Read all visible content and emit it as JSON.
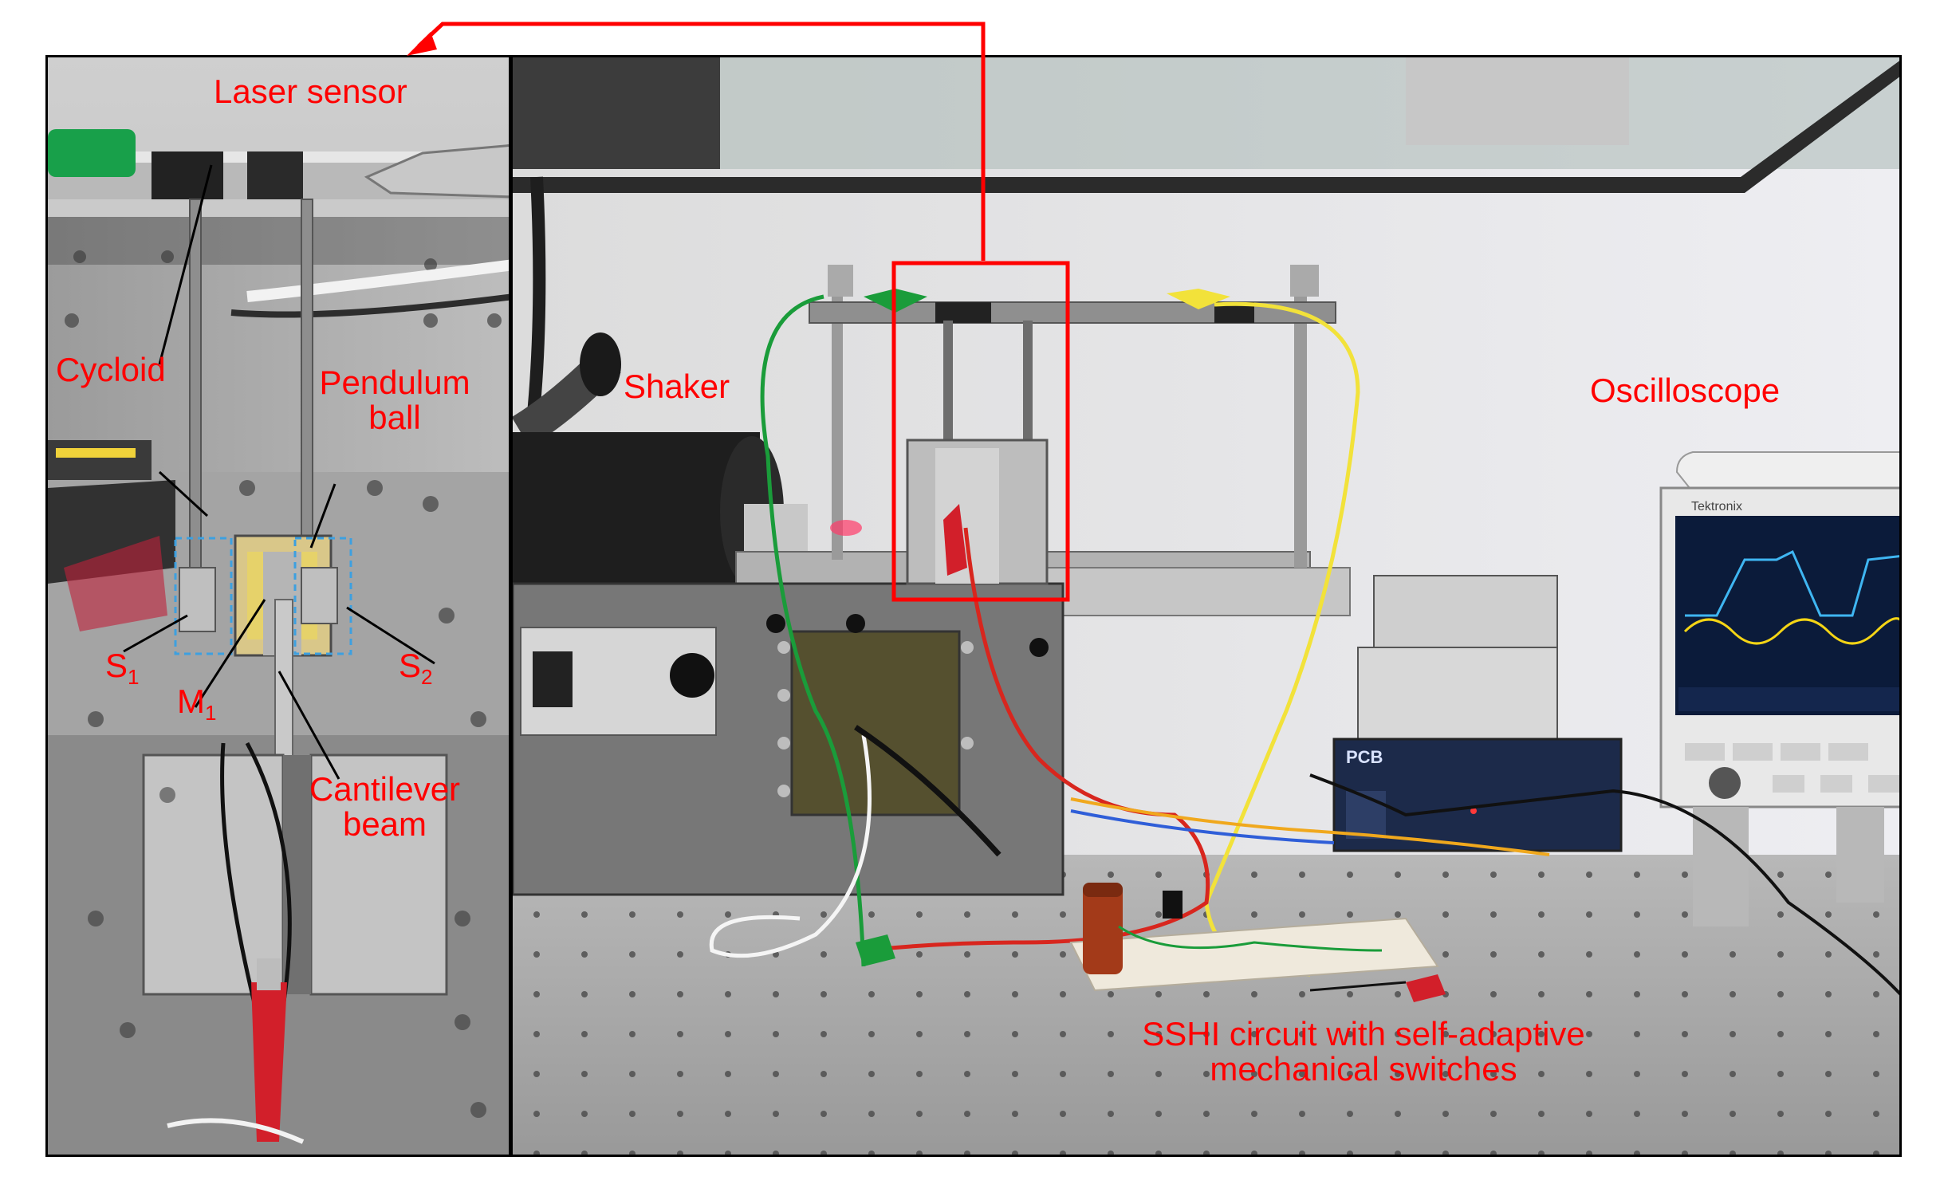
{
  "left_panel": {
    "labels": {
      "laser_sensor": "Laser sensor",
      "cycloid": "Cycloid",
      "pendulum_ball_line1": "Pendulum",
      "pendulum_ball_line2": "ball",
      "s1_letter": "S",
      "s1_sub": "1",
      "s2_letter": "S",
      "s2_sub": "2",
      "m1_letter": "M",
      "m1_sub": "1",
      "cantilever_line1": "Cantilever",
      "cantilever_line2": "beam"
    }
  },
  "right_panel": {
    "labels": {
      "shaker": "Shaker",
      "oscilloscope": "Oscilloscope",
      "sshi_line1": "SSHI circuit with self-adaptive",
      "sshi_line2": "mechanical switches"
    },
    "device_text": {
      "pcb_brand": "PCB",
      "scope_brand": "Tektronix"
    }
  },
  "colors": {
    "annotation_red": "#ff0000",
    "frame_black": "#000000",
    "wire_green": "#1a9c3a",
    "wire_yellow": "#f2e23a",
    "wire_red": "#d8261e",
    "scope_screen": "#0b1b3a",
    "scope_trace_yellow": "#f5d515",
    "scope_trace_cyan": "#3fb6f2"
  }
}
